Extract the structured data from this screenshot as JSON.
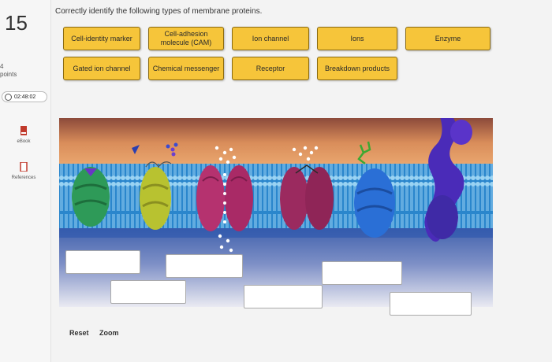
{
  "question": {
    "number": "15",
    "points": [
      "4",
      "points"
    ],
    "timer": "02:48:02",
    "prompt": "Correctly identify the following types of membrane proteins."
  },
  "sidebar": {
    "ebook_label": "eBook",
    "references_label": "References"
  },
  "labels": [
    "Cell-identity marker",
    "Cell-adhesion molecule (CAM)",
    "Ion channel",
    "Ions",
    "Enzyme",
    "Gated ion channel",
    "Chemical messenger",
    "Receptor",
    "Breakdown products"
  ],
  "footer": {
    "reset_label": "Reset",
    "zoom_label": "Zoom"
  },
  "colors": {
    "chip_fill": "#f6c53a",
    "membrane_blue": "#3aa6e0",
    "sky_orange": "#e5a56a"
  }
}
